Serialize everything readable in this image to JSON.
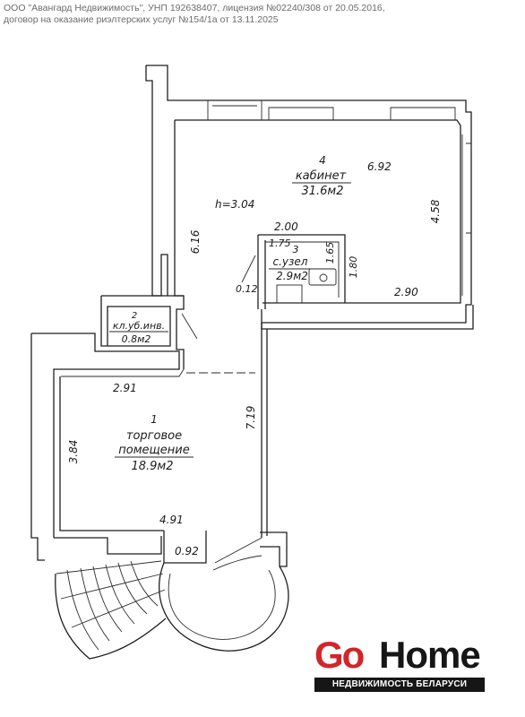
{
  "header": {
    "line1": "ООО \"Авангард Недвижимость\", УНП 192638407, лицензия №02240/308 от 20.05.2016,",
    "line2": "договор на оказание риэлтерских услуг №154/1а от 13.11.2025"
  },
  "rooms": {
    "office": {
      "number": "4",
      "name": "кабинет",
      "area": "31.6м2"
    },
    "wc": {
      "number": "3",
      "name": "с.узел",
      "area": "2.9м2"
    },
    "storage": {
      "number": "2",
      "name": "кл.уб.инв.",
      "area": "0.8м2"
    },
    "shop": {
      "number": "1",
      "name_line1": "торговое",
      "name_line2": "помещение",
      "area": "18.9м2"
    }
  },
  "ceiling_height": "h=3.04",
  "dimensions": {
    "office_width": "6.92",
    "office_depth": "4.58",
    "left_side": "6.16",
    "wc_top": "2.00",
    "wc_inner": "1.75",
    "wc_right": "1.65",
    "wc_height": "1.80",
    "office_bottom": "2.90",
    "wc_gap": "0.12",
    "shop_top": "2.91",
    "shop_right": "7.19",
    "shop_left": "3.84",
    "shop_bottom": "4.91",
    "door_width": "0.92"
  },
  "logo": {
    "go": "Go",
    "home": "Home",
    "tagline": "НЕДВИЖИМОСТЬ БЕЛАРУСИ",
    "go_color": "#d0262b",
    "home_color": "#161616"
  }
}
